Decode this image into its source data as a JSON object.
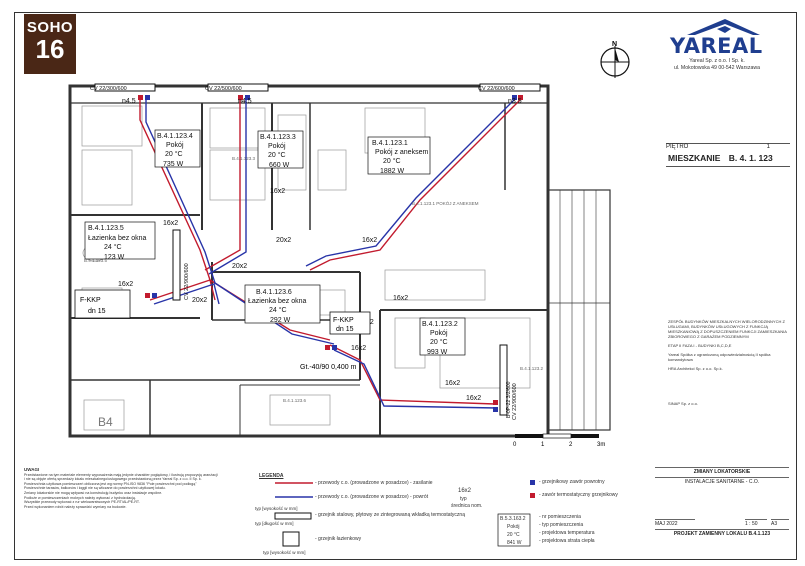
{
  "badge": {
    "line1": "SOHO",
    "line2": "16"
  },
  "logo": {
    "name": "YAREAL",
    "company_line1": "Yareal Sp. z o.o. I Sp. k.",
    "company_line2": "ul. Mokotowska 49 00-542 Warszawa"
  },
  "north_label": "N",
  "rooms": [
    {
      "code": "B.4.1.123.4",
      "name": "Pokój",
      "temp": "20 °C",
      "power": "735 W"
    },
    {
      "code": "B.4.1.123.3",
      "name": "Pokój",
      "temp": "20 °C",
      "power": "660 W"
    },
    {
      "code": "B.4.1.123.1",
      "name": "Pokój z aneksem",
      "temp": "20 °C",
      "power": "1882 W"
    },
    {
      "code": "B.4.1.123.5",
      "name": "Łazienka bez okna",
      "temp": "24 °C",
      "power": "123 W"
    },
    {
      "code": "B.4.1.123.6",
      "name": "Łazienka bez okna",
      "temp": "24 °C",
      "power": "292 W"
    },
    {
      "code": "B.4.1.123.2",
      "name": "Pokój",
      "temp": "20 °C",
      "power": "993 W"
    }
  ],
  "pipe_labels": [
    "16x2",
    "16x2",
    "16x2",
    "16x2",
    "20x2",
    "20x2",
    "20x2",
    "16x2",
    "16x2",
    "16x2",
    "16x2"
  ],
  "radiator_labels": [
    "CV 22/300/600",
    "CV 22/500/600",
    "CV 22/600/600",
    "CV 22/900/600",
    "CV 22/900/600"
  ],
  "radiator_taps": [
    "n4.5",
    "n4.5",
    "n3.5",
    "n2"
  ],
  "kkp": [
    {
      "label": "F-KKP",
      "sub": "dn 15"
    },
    {
      "label": "F-KKP",
      "sub": "dn 15"
    }
  ],
  "riser": "Gt.-40/90 0,400 m",
  "room_floor_tags": [
    "B.4.1.123.4",
    "B.4.1.123.3",
    "B.4.1.123.1 POKÓJ Z ANEKSEM",
    "B.4.1.123.5",
    "B.4.1.123.6",
    "B.4.1.123.2",
    "B4"
  ],
  "vertical_label": "B-0P-22 3/2/600",
  "title_block": {
    "floor_label": "PIĘTRO",
    "floor_value": "1",
    "apartment_label": "MIESZKANIE",
    "apartment_value": "B. 4. 1. 123",
    "project_desc": "ZESPÓŁ BUDYNKÓW MIESZKALNYCH WIELORODZINNYCH Z USŁUGAMI, BUDYNKÓW USŁUGOWYCH Z FUNKCJĄ MIESZKANIOWĄ Z DOPUSZCZENIEM FUNKCJI ZAMIESZKANIA ZBIOROWEGO Z GARAŻEM PODZIEMNYM",
    "stage": "ETAP II FAZA I - BUDYNKI B,C,D,E",
    "investor": "Yareal Spółka z ograniczoną odpowiedzialnością II spółka komandytowa",
    "architect": "HRA Architekci Sp. z o.o. Sp.k.",
    "designer": "SINAP Sp. z o.o.",
    "change_title": "ZMIANY LOKATORSKIE",
    "branch": "INSTALACJE SANITARNE - C.O.",
    "date": "MAJ 2022",
    "scale": "1 : 50",
    "format": "A3",
    "drawing_title": "PROJEKT ZAMIENNY LOKALU B.4.1.123"
  },
  "scale_bar": {
    "ticks": [
      "0",
      "1",
      "2",
      "3m"
    ]
  },
  "notes": {
    "header": "UWAGI",
    "lines": [
      "Przedstawione na tym materiale elementy wyposażenia mają jedynie charakter poglądowy, i ilustrują propozycję aranżacji",
      "i nie są objęte ofertą sprzedaży lokalu mieszkalnego/usługowego przedstawioną przez Yareal Sp. z o.o. II Sp. k.",
      "Powierzchnia użytkowa pomieszczeń obliczona jest wg normy PN-ISO 9836 \"Pole powierzchni pod podłogą\"",
      "Powierzchnie tarasów, balkonów i loggii nie są wliczane do powierzchni użytkowej lokalu.",
      "Zmiany lokatorskie nie mogą wpływać na konstrukcję budynku oraz instalacje wspólne.",
      "Podłoże w pomieszczeniach mokrych należy wykonać z hydroizolacją.",
      "Wszystkie przewody wykonać z rur wielowarstwowych PE-RT/AL/PE-RT.",
      "Przed wykonaniem robót należy sprawdzić wymiary na budowie."
    ]
  },
  "legend": {
    "title": "LEGENDA",
    "items": [
      "- przewody c.o. (prowadzone w posadzce) - zasilanie",
      "- przewody c.o. (prowadzone w posadzce) - powrót",
      "- grzejnik stalowy, płytowy ze zintegrowaną wkładką termostatyczną",
      "- grzejnik łazienkowy",
      "- grzejnikowy zawór powrotny",
      "- zawór termostatyczny grzejnikowy",
      "- nr pomieszczenia",
      "- typ pomieszczenia",
      "- projektowa temperatura",
      "- projektowa strata ciepła"
    ],
    "sample_top": "typ [wysokość w mm]",
    "sample_bottom": "typ [wysokość w mm]",
    "sample_top2": "typ [długość w mm]",
    "pipe_sample": {
      "dim": "16x2",
      "line1": "typ",
      "line2": "średnica nom."
    },
    "room_sample": {
      "code": "B.5.3.163.2",
      "name": "Pokój",
      "temp": "20 °C",
      "power": "841 W"
    }
  }
}
